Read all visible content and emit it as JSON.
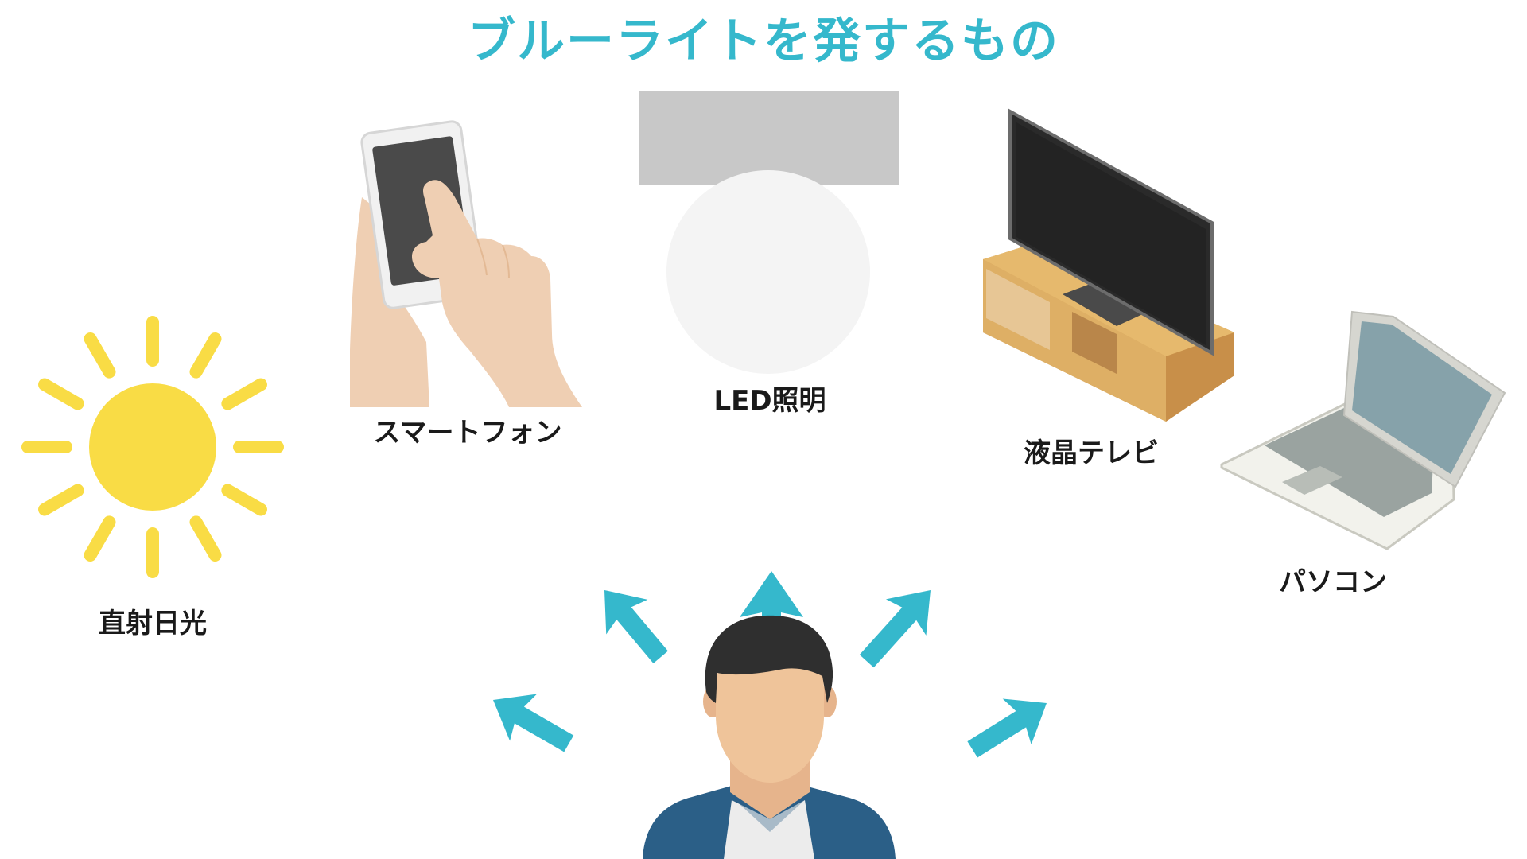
{
  "title": "ブルーライトを発するもの",
  "sources": {
    "sunlight": "直射日光",
    "smartphone": "スマートフォン",
    "led_lighting": "LED照明",
    "lcd_tv": "液晶テレビ",
    "pc": "パソコン"
  },
  "colors": {
    "title": "#35b8cc",
    "arrow": "#35b8cc",
    "sun": "#f9dc45",
    "skin": "#efc49a",
    "hair": "#2f2f2f",
    "jacket": "#2b5f87",
    "tv_stand": "#e0b269",
    "laptop_screen": "#86a2aa"
  },
  "icons": [
    "sun-icon",
    "smartphone-hand-icon",
    "led-bulb-icon",
    "tv-icon",
    "laptop-icon",
    "person-icon",
    "arrow-icon"
  ]
}
